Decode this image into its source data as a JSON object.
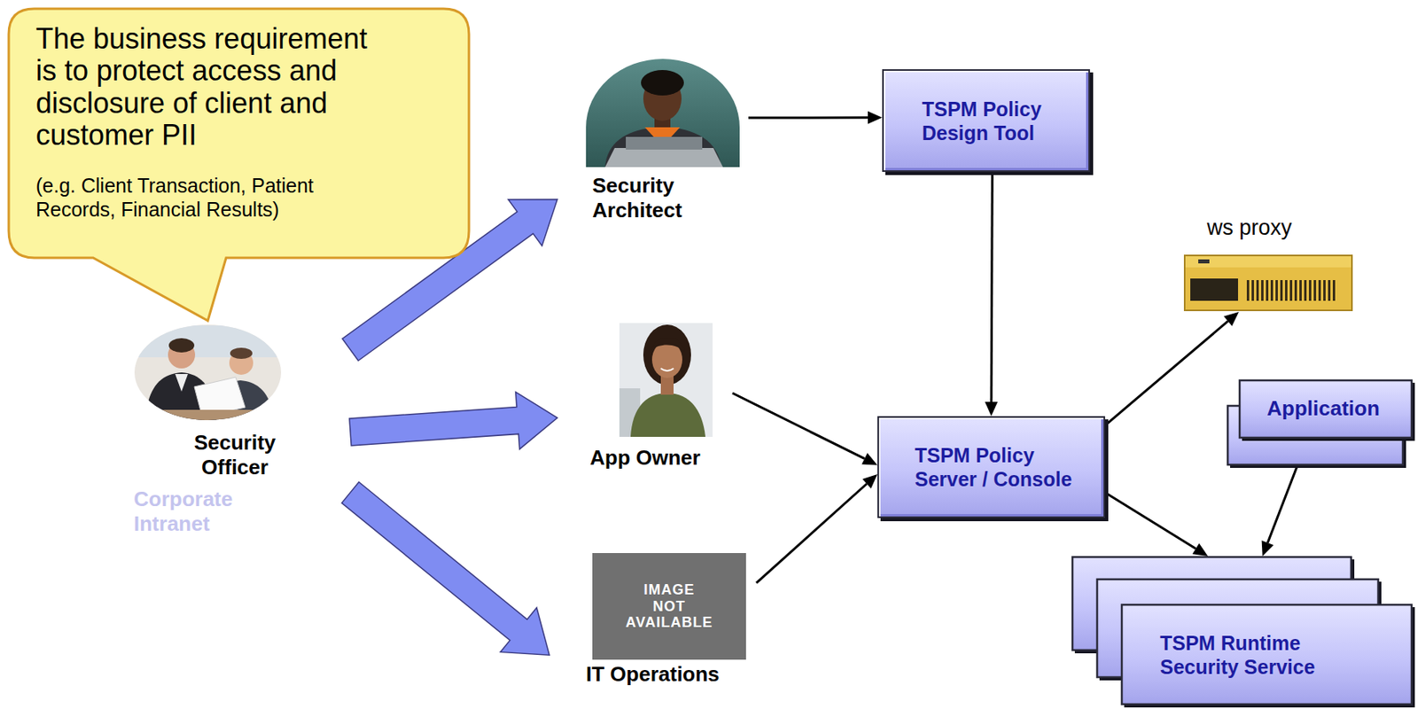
{
  "diagram": {
    "nodes": [
      {
        "text": [
          "The business requirement is to protect access and disclosure of client and customer PII",
          "(e.g. Client Transaction, Patient Records, Financial Results)"
        ]
      },
      {
        "text": [
          "Security Officer"
        ]
      },
      {
        "text": [
          "Security Architect"
        ]
      },
      {
        "text": [
          "App Owner"
        ]
      },
      {
        "text": [
          "IT Operations"
        ]
      },
      {
        "text": [
          "TSPM Policy Design Tool"
        ]
      },
      {
        "text": [
          "TSPM Policy Server / Console"
        ]
      },
      {
        "text": [
          "ws proxy"
        ]
      },
      {
        "text": [
          "Application"
        ]
      },
      {
        "text": [
          "TSPM Runtime Security Service"
        ]
      }
    ],
    "edges": [
      {
        "from": 1,
        "to": 2,
        "arrow": "to"
      },
      {
        "from": 1,
        "to": 3,
        "arrow": "to"
      },
      {
        "from": 1,
        "to": 4,
        "arrow": "to"
      },
      {
        "from": 2,
        "to": 5,
        "arrow": "to"
      },
      {
        "from": 5,
        "to": 6,
        "arrow": "to"
      },
      {
        "from": 3,
        "to": 6,
        "arrow": "to"
      },
      {
        "from": 4,
        "to": 6,
        "arrow": "to"
      },
      {
        "from": 6,
        "to": 7,
        "arrow": "to"
      },
      {
        "from": 6,
        "to": 9,
        "arrow": "to"
      },
      {
        "from": 8,
        "to": 9,
        "arrow": "to"
      }
    ],
    "labels": [
      "Corporate Intranet",
      "IMAGE NOT AVAILABLE"
    ]
  }
}
